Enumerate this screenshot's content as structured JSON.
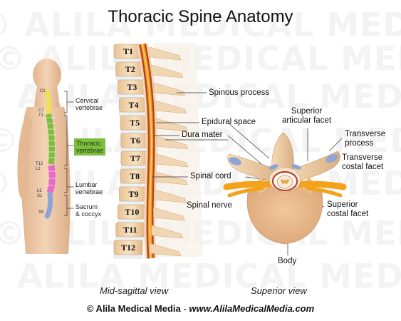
{
  "title": "Thoracic Spine Anatomy",
  "watermark": "© ALILA MEDICAL MEDIA",
  "figure_labels": {
    "body_regions": {
      "cervical": "Cervical\nvertebrae",
      "thoracic": "Thoracic\nvertebrae",
      "lumbar": "Lumbar\nvertebrae",
      "sacrum": "Sacrum\n& coccyx"
    },
    "body_markers": {
      "c1": "C1",
      "c7": "C7",
      "t1": "T1",
      "t12": "T12",
      "l1": "L1",
      "l5": "L5",
      "s1": "S1",
      "s5": "S5"
    },
    "vertebrae": [
      "T1",
      "T2",
      "T3",
      "T4",
      "T5",
      "T6",
      "T7",
      "T8",
      "T9",
      "T10",
      "T11",
      "T12"
    ],
    "callouts": {
      "spinous_process": "Spinous process",
      "epidural_space": "Epidural space",
      "dura_mater": "Dura mater",
      "spinal_cord": "Spinal cord",
      "spinal_nerve": "Spinal nerve",
      "superior_articular_facet": "Superior\narticular facet",
      "transverse_process": "Transverse\nprocess",
      "transverse_costal_facet": "Transverse\ncostal facet",
      "superior_costal_facet": "Superior\ncostal facet",
      "body": "Body"
    },
    "views": {
      "mid_sagittal": "Mid-sagittal view",
      "superior": "Superior view"
    }
  },
  "footer": {
    "copyright": "© Alila Medical Media",
    "separator": "-",
    "url": "www.AlilaMedicalMedia.com"
  },
  "colors": {
    "highlight_green": "#7dbd3f",
    "cervical_yellow": "#f2e04a",
    "lumbar_pink": "#e86ac8",
    "sacrum_blue": "#8ea4d6",
    "skin": "#eac5a3",
    "bone": "#f3d9b4",
    "disc": "#eaf2f6",
    "nerve_orange": "#f3a21a",
    "dura_red": "#b5442c"
  }
}
